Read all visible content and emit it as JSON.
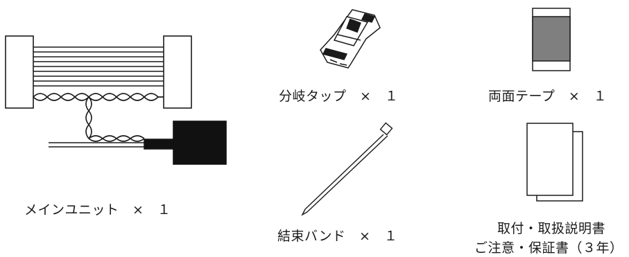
{
  "items": {
    "main_unit": {
      "label": "メインユニット　×　１"
    },
    "branch_tap": {
      "label": "分岐タップ　×　１"
    },
    "tape": {
      "label": "両面テープ　×　１"
    },
    "cable_tie": {
      "label": "結束バンド　×　１"
    },
    "documents": {
      "line1": "取付・取扱説明書",
      "line2": "ご注意・保証書（３年）"
    }
  },
  "colors": {
    "ink": "#1a1a1a",
    "tape_fill": "#7f7f7f",
    "block_fill": "#111111"
  }
}
